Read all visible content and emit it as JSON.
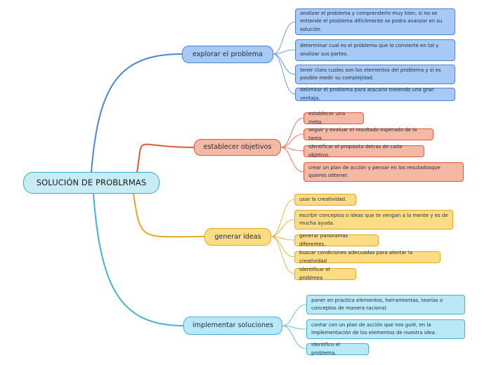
{
  "root": {
    "label": "SOLUCIÓN DE PROBLRMAS"
  },
  "branches": [
    {
      "label": "explorar el problema",
      "color": "#4d83d7",
      "fill": "#a6c9f6",
      "leaves": [
        "analizar el problema y comprenderlo muy bien, si no se entiende el problema difícilmente se podra avanzar en su solución.",
        "determinar cual es el problema que lo convierte en tal y analizar sus partes.",
        "tener claro cusles son los elementos del problema y si es posible medir su complejidad.",
        "delimitar el problema para atacarlo tneiendo una gran ventaja."
      ]
    },
    {
      "label": "establecer objetivos",
      "color": "#df5b35",
      "fill": "#f5b8a4",
      "leaves": [
        "establecer una meta.",
        "seguir y evaluar el resultado esperado de la tarea.",
        "identificar el propósito detras de cada objetivo.",
        "crear un plan de acción y pensar en los resutadosque quieres obtener."
      ]
    },
    {
      "label": "generar ideas",
      "color": "#e3aa16",
      "fill": "#fcdc85",
      "leaves": [
        "usar la creatividad.",
        "escribir conceptos o ideas que te vengan a la mente y es de mucha ayuda.",
        "generar panoramas diferentes.",
        "buscar condiciones adecuadas para alentar la creatividad",
        "identificar el problmea"
      ]
    },
    {
      "label": "implementar soluciones",
      "color": "#42b2d8",
      "fill": "#b9e9f7",
      "leaves": [
        "poner en practica elementos, herramientas, teorías o conceptos de manera racional.",
        "contar con un plan de acción que nos guié, en la implementación de los elementos de nuestra idea.",
        "identifico el problema."
      ]
    }
  ]
}
